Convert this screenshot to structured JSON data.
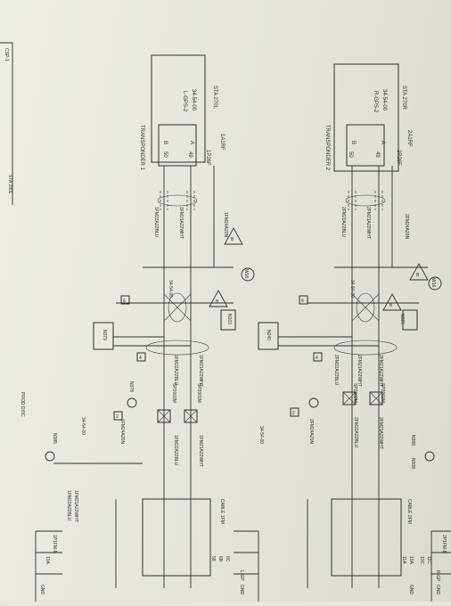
{
  "transponder1": {
    "name": "TRANSPONDER 1",
    "sta": "STA 270L",
    "ata": "34-54-00",
    "part": "L-GPS-2",
    "pin_a": "A",
    "pin_b": "B",
    "pin_49": "49",
    "pin_50": "50",
    "conn": "1P26F",
    "rf": "1A1RF"
  },
  "transponder2": {
    "name": "TRANSPONDER 2",
    "sta": "STA 270R",
    "ata": "34-54-00",
    "part": "R-GPS-2",
    "pin_a": "A",
    "pin_b": "B",
    "pin_49": "49",
    "pin_50": "50",
    "conn": "2P26F",
    "rf": "2A1RF"
  },
  "wires": {
    "w1_gn": "1FM24A20N",
    "w1_wht": "1FM21A22WHT",
    "w1_blu": "1FM22A22BLU",
    "w2_gn": "2FM24A20N",
    "w2_wht": "2FM21A22WHT",
    "w2_blu": "2FM22A22BLU",
    "w1_wht2": "1FM21A22WHT",
    "w1_blu2": "1FM22A22BLU",
    "w2_wht2": "2FM21A22WHT",
    "w2_blu2": "2FM22A22BLU",
    "w1_wht3": "1FM21A22WHT",
    "w1_blu3": "1FM22A22BLU",
    "w2_wht3": "2FM21A22WHT",
    "w2_blu3": "2FM22A22BLU",
    "w1_gn2": "1FM24A20N",
    "w2_gn2": "2FM24A20N",
    "w1_wht4": "1FM21A22WHT",
    "w1_blu4": "1FM22A22BLU"
  },
  "splices": {
    "s1": "SP2001M",
    "s2": "SP2002M",
    "s3": "SP2001M",
    "s4": "SP2002M"
  },
  "labels": {
    "ata_a": "34-54-00",
    "ata_b": "34-54-00",
    "ata_c": "34-54-00",
    "ata_d": "34-54-00",
    "n103": "N103",
    "n326": "N326",
    "n379": "N379",
    "n240": "N240",
    "n378": "N378",
    "n308": "N308",
    "n388": "N388",
    "n385": "N385",
    "w16a": "W16",
    "w16b": "W16",
    "cable2": "CABLE 2FM",
    "cable1": "CABLE 1FM",
    "prod_disc": "PROD DISC",
    "csp": "CSP-1",
    "sta": "STA 280L",
    "gps_l": "L-GP",
    "gps_r": "R-GP",
    "gnd1": "GND",
    "gnd2": "GND",
    "gnd3": "GND",
    "gnd4": "GND",
    "top1": "1P1FM-B",
    "top2": "2P1FM-B",
    "c1": "11A",
    "c2": "10C",
    "c3": "11C",
    "c4": "10A",
    "c5": "6C",
    "c6": "6B",
    "c7": "58",
    "c8": "10A"
  },
  "badges": {
    "b1": "B",
    "b2": "B",
    "b3": "B",
    "b4": "B",
    "b5": "6",
    "b6": "6",
    "b7": "4",
    "b8": "4",
    "b9": "2",
    "b10": "2"
  }
}
